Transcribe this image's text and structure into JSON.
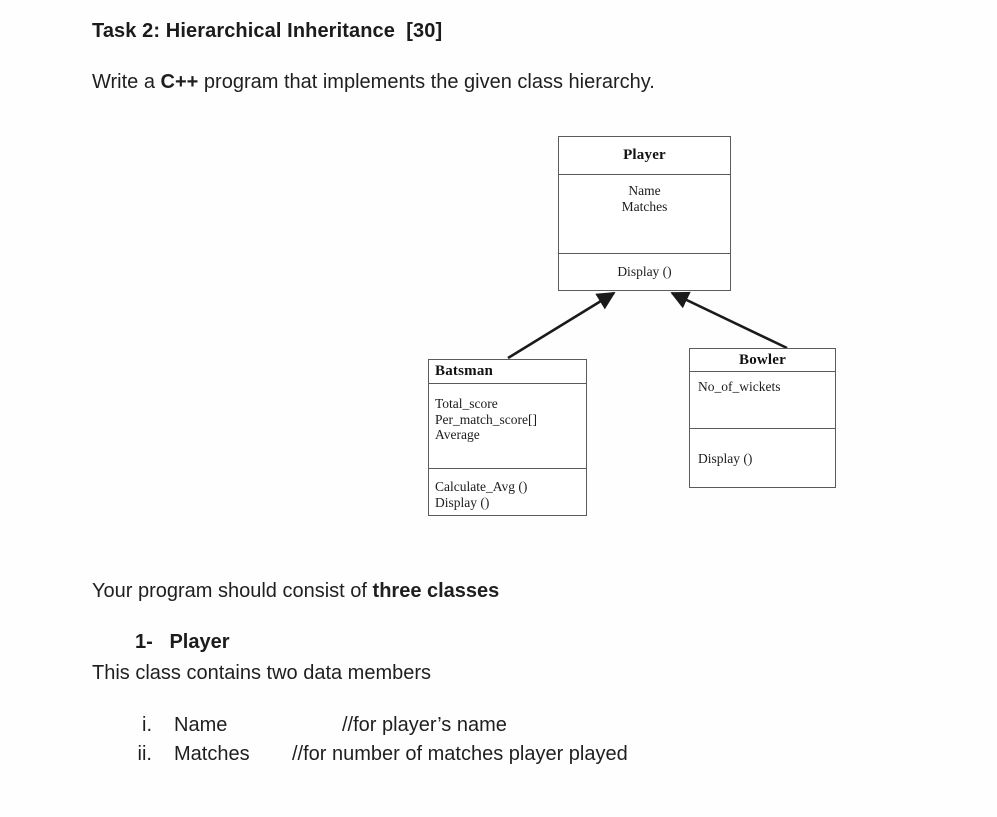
{
  "document": {
    "task_title": "Task 2: Hierarchical Inheritance  [30]",
    "intro_prefix": "Write a ",
    "intro_bold": "C++",
    "intro_suffix": " program that implements the given class hierarchy.",
    "consist_prefix": "Your program should consist of ",
    "consist_bold": "three classes",
    "numbered_item": "1-   Player",
    "members_intro": "This class contains two data members",
    "members": [
      {
        "marker": "i.",
        "name": "Name",
        "comment": "//for player’s name"
      },
      {
        "marker": "ii.",
        "name": "Matches",
        "comment": "//for number of matches player played"
      }
    ]
  },
  "diagram": {
    "type": "uml-class-hierarchy",
    "line_color": "#5b5b5b",
    "arrow_color": "#1a1a1a",
    "classes": [
      {
        "id": "player",
        "name": "Player",
        "attributes": [
          "Name",
          "Matches"
        ],
        "operations": [
          "Display ()"
        ]
      },
      {
        "id": "batsman",
        "name": "Batsman",
        "attributes": [
          "Total_score",
          "Per_match_score[]",
          "Average"
        ],
        "operations": [
          "Calculate_Avg ()",
          "Display ()"
        ]
      },
      {
        "id": "bowler",
        "name": "Bowler",
        "attributes": [
          "No_of_wickets"
        ],
        "operations": [
          "Display ()"
        ]
      }
    ],
    "relations": [
      {
        "from": "batsman",
        "to": "player",
        "kind": "inheritance"
      },
      {
        "from": "bowler",
        "to": "player",
        "kind": "inheritance"
      }
    ]
  }
}
